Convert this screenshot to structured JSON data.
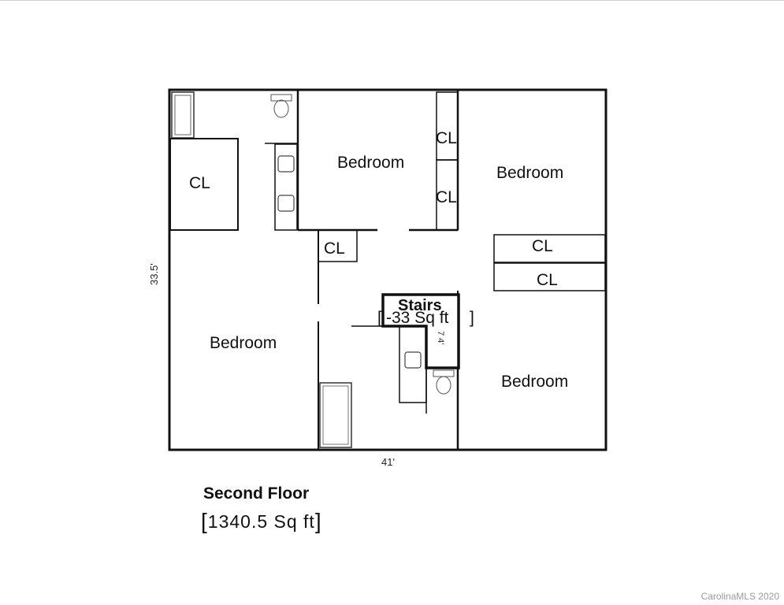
{
  "plan": {
    "rooms": {
      "bedroom_top": "Bedroom",
      "bedroom_top_right": "Bedroom",
      "bedroom_left": "Bedroom",
      "bedroom_bottom_right": "Bedroom"
    },
    "closets": {
      "cl_top_left": "CL",
      "cl_vertical_top": "CL",
      "cl_vertical_bottom": "CL",
      "cl_hall": "CL",
      "cl_right_upper": "CL",
      "cl_right_lower": "CL"
    },
    "stairs": {
      "label": "Stairs",
      "area": "-33 Sq ft",
      "side_mark": "7 4'"
    },
    "dimensions": {
      "height": "33.5'",
      "width": "41'"
    }
  },
  "floor": {
    "title": "Second Floor",
    "area": "1340.5 Sq ft"
  },
  "watermark": "CarolinaMLS 2020"
}
